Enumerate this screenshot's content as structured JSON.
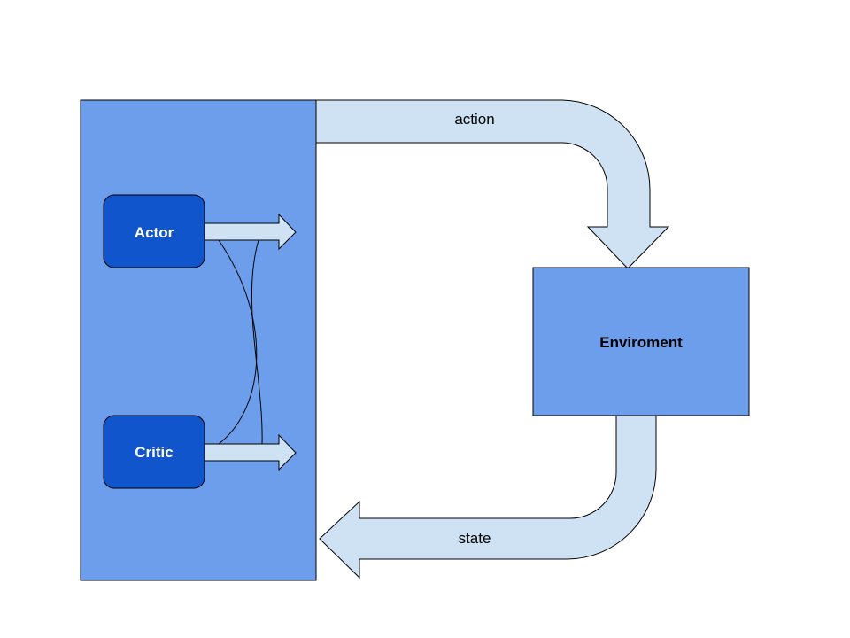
{
  "nodes": {
    "actor": {
      "label": "Actor"
    },
    "critic": {
      "label": "Critic"
    },
    "environment": {
      "label": "Enviroment"
    }
  },
  "flows": {
    "action": {
      "label": "action"
    },
    "state": {
      "label": "state"
    }
  },
  "colors": {
    "agent_box": "#6d9eeb",
    "node_dark": "#1155cc",
    "arrow_fill": "#cfe2f3",
    "outline": "#000000"
  }
}
